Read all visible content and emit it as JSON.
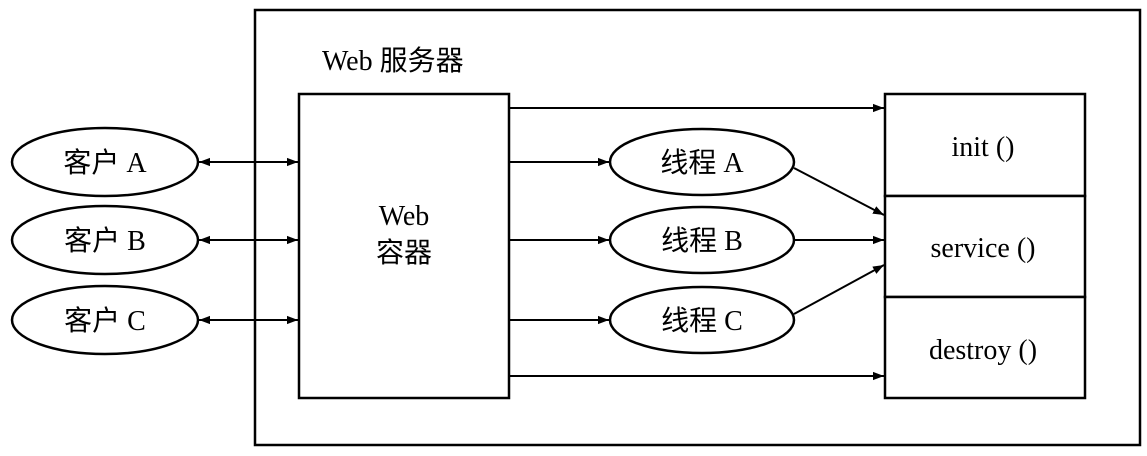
{
  "server": {
    "title": "Web 服务器"
  },
  "container": {
    "line1": "Web",
    "line2": "容器"
  },
  "clients": [
    {
      "label": "客户 A"
    },
    {
      "label": "客户 B"
    },
    {
      "label": "客户 C"
    }
  ],
  "threads": [
    {
      "label": "线程 A"
    },
    {
      "label": "线程 B"
    },
    {
      "label": "线程 C"
    }
  ],
  "methods": [
    {
      "label": "init ()"
    },
    {
      "label": "service ()"
    },
    {
      "label": "destroy ()"
    }
  ]
}
